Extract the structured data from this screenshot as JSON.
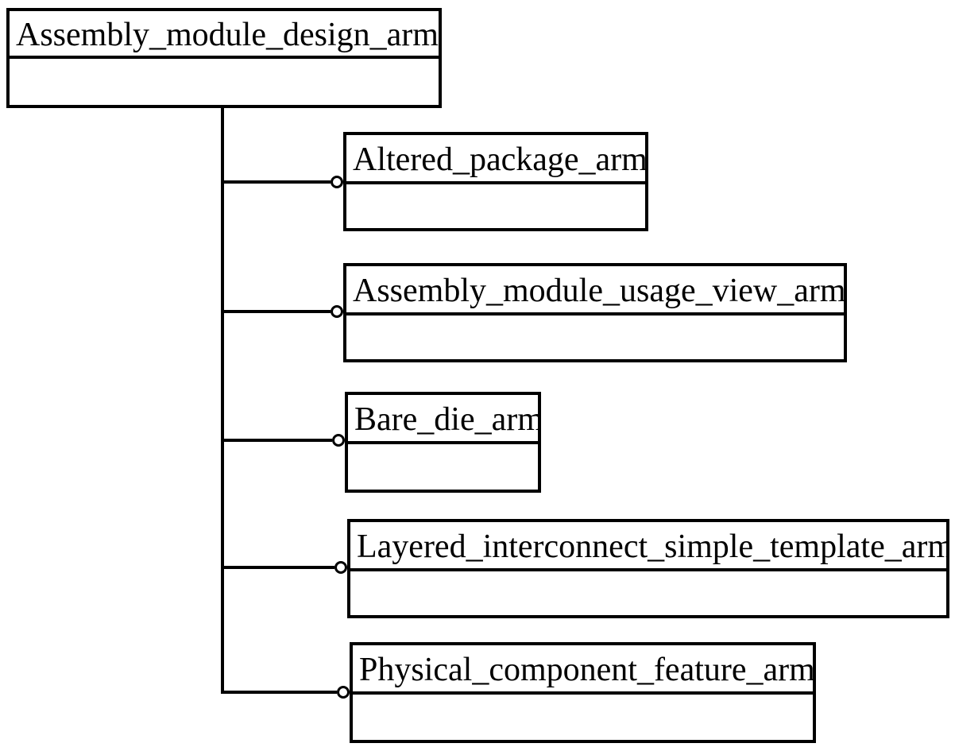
{
  "diagram": {
    "kind": "express-g-schema-level-diagram",
    "colors": {
      "line": "#000000",
      "box_fill": "#ffffff",
      "text": "#000000",
      "background": "#ffffff"
    },
    "connector_style": "open-circle",
    "root": {
      "label": "Assembly_module_design_arm"
    },
    "children": [
      {
        "label": "Altered_package_arm"
      },
      {
        "label": "Assembly_module_usage_view_arm"
      },
      {
        "label": "Bare_die_arm"
      },
      {
        "label": "Layered_interconnect_simple_template_arm"
      },
      {
        "label": "Physical_component_feature_arm"
      }
    ]
  }
}
